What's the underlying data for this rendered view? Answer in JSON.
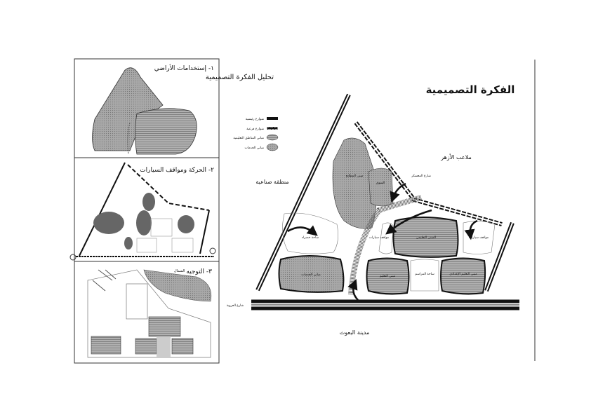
{
  "main": {
    "title": "الفكرة التصميمية",
    "labels": {
      "industrial_zone": "منطقة صناعية",
      "azhar_fields": "ملاعب الأزهر",
      "bouth_city": "مدينة البعوث"
    },
    "zones": {
      "kitchens": "مبنى المطابخ",
      "market": "السوق",
      "green_space": "ساحة خضراء",
      "parking_1": "مواقف سيارات",
      "parking_2": "مواقف سيارات",
      "services": "مباني الخدمات",
      "education_1": "المبنى التعليمي",
      "education_2": "مبنى التعليم",
      "education_3": "مبنى التعليم الإعدادي",
      "plaza": "ساحة المراسم",
      "road_note": "شارع المعسكر",
      "bottom_road": "شارع العروبة"
    }
  },
  "sidebar": {
    "subtitle": "تحليل الفكرة التصميمية",
    "panels": [
      {
        "title": "١- إستخدامات الأراضي"
      },
      {
        "title": "٢- الحركة ومواقف السيارات"
      },
      {
        "title": "٣- التوجيه",
        "north": "الشمال"
      }
    ],
    "legend": [
      {
        "label": "شوارع رئيسية"
      },
      {
        "label": "شوارع فرعية"
      },
      {
        "label": "مباني المناطق التعليمية"
      },
      {
        "label": "مباني الخدمات"
      }
    ]
  },
  "colors": {
    "hatch": "#9a9a9a",
    "ink": "#111111",
    "paper": "#ffffff"
  }
}
